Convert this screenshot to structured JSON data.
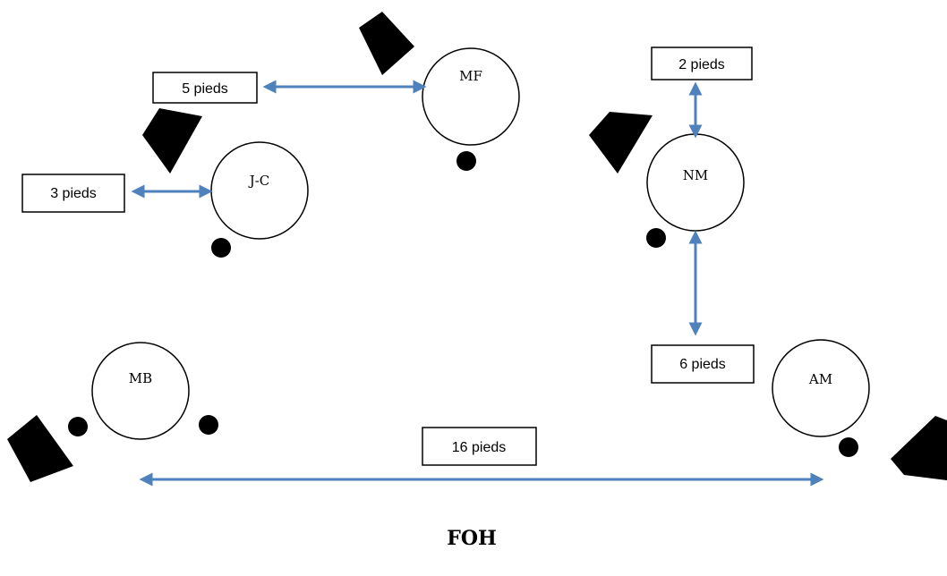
{
  "positions": {
    "mf": "MF",
    "jc": "J-C",
    "nm": "NM",
    "mb": "MB",
    "am": "AM"
  },
  "distances": {
    "five_feet": "5 pieds",
    "three_feet": "3 pieds",
    "two_feet": "2 pieds",
    "six_feet": "6 pieds",
    "sixteen_feet": "16 pieds"
  },
  "foh": "FOH",
  "colors": {
    "arrow": "#4f81bd",
    "shape": "#000000",
    "outline": "#000000"
  },
  "icons": {
    "speaker": "monitor-wedge-icon",
    "mic": "microphone-stand-icon"
  }
}
